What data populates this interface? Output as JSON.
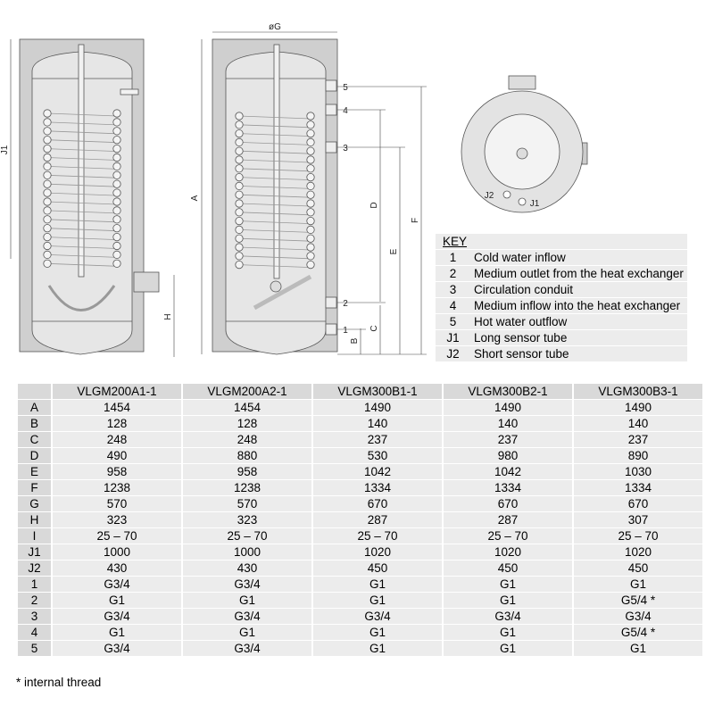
{
  "diagram": {
    "dims": {
      "G": "øG",
      "A": "A",
      "J1": "J1",
      "H": "H",
      "D": "D",
      "E": "E",
      "F": "F",
      "C": "C",
      "B": "B"
    },
    "ports": [
      "1",
      "2",
      "3",
      "4",
      "5"
    ],
    "sensors": {
      "J1": "J1",
      "J2": "J2"
    }
  },
  "key": {
    "title": "KEY",
    "items": [
      {
        "n": "1",
        "label": "Cold water inflow"
      },
      {
        "n": "2",
        "label": "Medium outlet from the heat exchanger"
      },
      {
        "n": "3",
        "label": "Circulation conduit"
      },
      {
        "n": "4",
        "label": "Medium inflow into the heat exchanger"
      },
      {
        "n": "5",
        "label": "Hot water outflow"
      },
      {
        "n": "J1",
        "label": "Long sensor tube"
      },
      {
        "n": "J2",
        "label": "Short sensor tube"
      }
    ]
  },
  "table": {
    "columns": [
      "VLGM200A1-1",
      "VLGM200A2-1",
      "VLGM300B1-1",
      "VLGM300B2-1",
      "VLGM300B3-1"
    ],
    "rows": [
      {
        "label": "A",
        "values": [
          "1454",
          "1454",
          "1490",
          "1490",
          "1490"
        ]
      },
      {
        "label": "B",
        "values": [
          "128",
          "128",
          "140",
          "140",
          "140"
        ]
      },
      {
        "label": "C",
        "values": [
          "248",
          "248",
          "237",
          "237",
          "237"
        ]
      },
      {
        "label": "D",
        "values": [
          "490",
          "880",
          "530",
          "980",
          "890"
        ]
      },
      {
        "label": "E",
        "values": [
          "958",
          "958",
          "1042",
          "1042",
          "1030"
        ]
      },
      {
        "label": "F",
        "values": [
          "1238",
          "1238",
          "1334",
          "1334",
          "1334"
        ]
      },
      {
        "label": "G",
        "values": [
          "570",
          "570",
          "670",
          "670",
          "670"
        ]
      },
      {
        "label": "H",
        "values": [
          "323",
          "323",
          "287",
          "287",
          "307"
        ]
      },
      {
        "label": "I",
        "values": [
          "25 – 70",
          "25 – 70",
          "25 – 70",
          "25 – 70",
          "25 – 70"
        ]
      },
      {
        "label": "J1",
        "values": [
          "1000",
          "1000",
          "1020",
          "1020",
          "1020"
        ]
      },
      {
        "label": "J2",
        "values": [
          "430",
          "430",
          "450",
          "450",
          "450"
        ]
      },
      {
        "label": "1",
        "values": [
          "G3/4",
          "G3/4",
          "G1",
          "G1",
          "G1"
        ]
      },
      {
        "label": "2",
        "values": [
          "G1",
          "G1",
          "G1",
          "G1",
          "G5/4 *"
        ]
      },
      {
        "label": "3",
        "values": [
          "G3/4",
          "G3/4",
          "G3/4",
          "G3/4",
          "G3/4"
        ]
      },
      {
        "label": "4",
        "values": [
          "G1",
          "G1",
          "G1",
          "G1",
          "G5/4 *"
        ]
      },
      {
        "label": "5",
        "values": [
          "G3/4",
          "G3/4",
          "G1",
          "G1",
          "G1"
        ]
      }
    ]
  },
  "footnote": "* internal thread"
}
